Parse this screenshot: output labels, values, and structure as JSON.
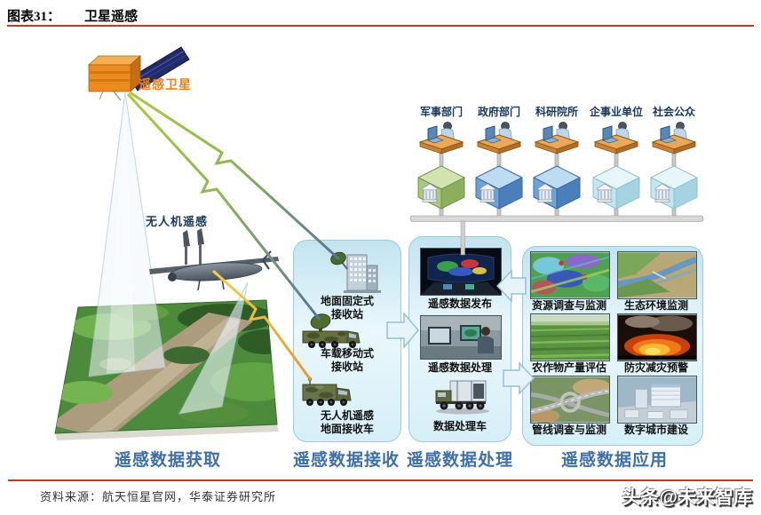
{
  "header": {
    "figure_label": "图表31：",
    "figure_title": "卫星遥感"
  },
  "acquisition": {
    "satellite_label": "遥感卫星",
    "uav_label": "无人机遥感"
  },
  "users": [
    {
      "label": "军事部门"
    },
    {
      "label": "政府部门"
    },
    {
      "label": "科研院所"
    },
    {
      "label": "企事业单位"
    },
    {
      "label": "社会公众"
    }
  ],
  "receiving": {
    "stations": [
      {
        "label": "地面固定式\n接收站"
      },
      {
        "label": "车载移动式\n接收站"
      },
      {
        "label": "无人机遥感\n地面接收车"
      }
    ]
  },
  "processing": {
    "items": [
      {
        "label": "遥感数据发布"
      },
      {
        "label": "遥感数据处理"
      },
      {
        "label": "数据处理车"
      }
    ]
  },
  "applications": {
    "items": [
      {
        "label": "资源调查与监测"
      },
      {
        "label": "生态环境监测"
      },
      {
        "label": "农作物产量评估"
      },
      {
        "label": "防灾减灾预警"
      },
      {
        "label": "管线调查与监测"
      },
      {
        "label": "数字城市建设"
      }
    ]
  },
  "stages": [
    {
      "label": "遥感数据获取"
    },
    {
      "label": "遥感数据接收"
    },
    {
      "label": "遥感数据处理"
    },
    {
      "label": "遥感数据应用"
    }
  ],
  "footer": {
    "source": "资料来源：航天恒星官网，华泰证券研究所",
    "watermark": "头条@未来智库"
  },
  "colors": {
    "accent_red": "#BE3B2B",
    "stage_blue": "#3E6FA8",
    "satellite_orange": "#E8821E"
  }
}
